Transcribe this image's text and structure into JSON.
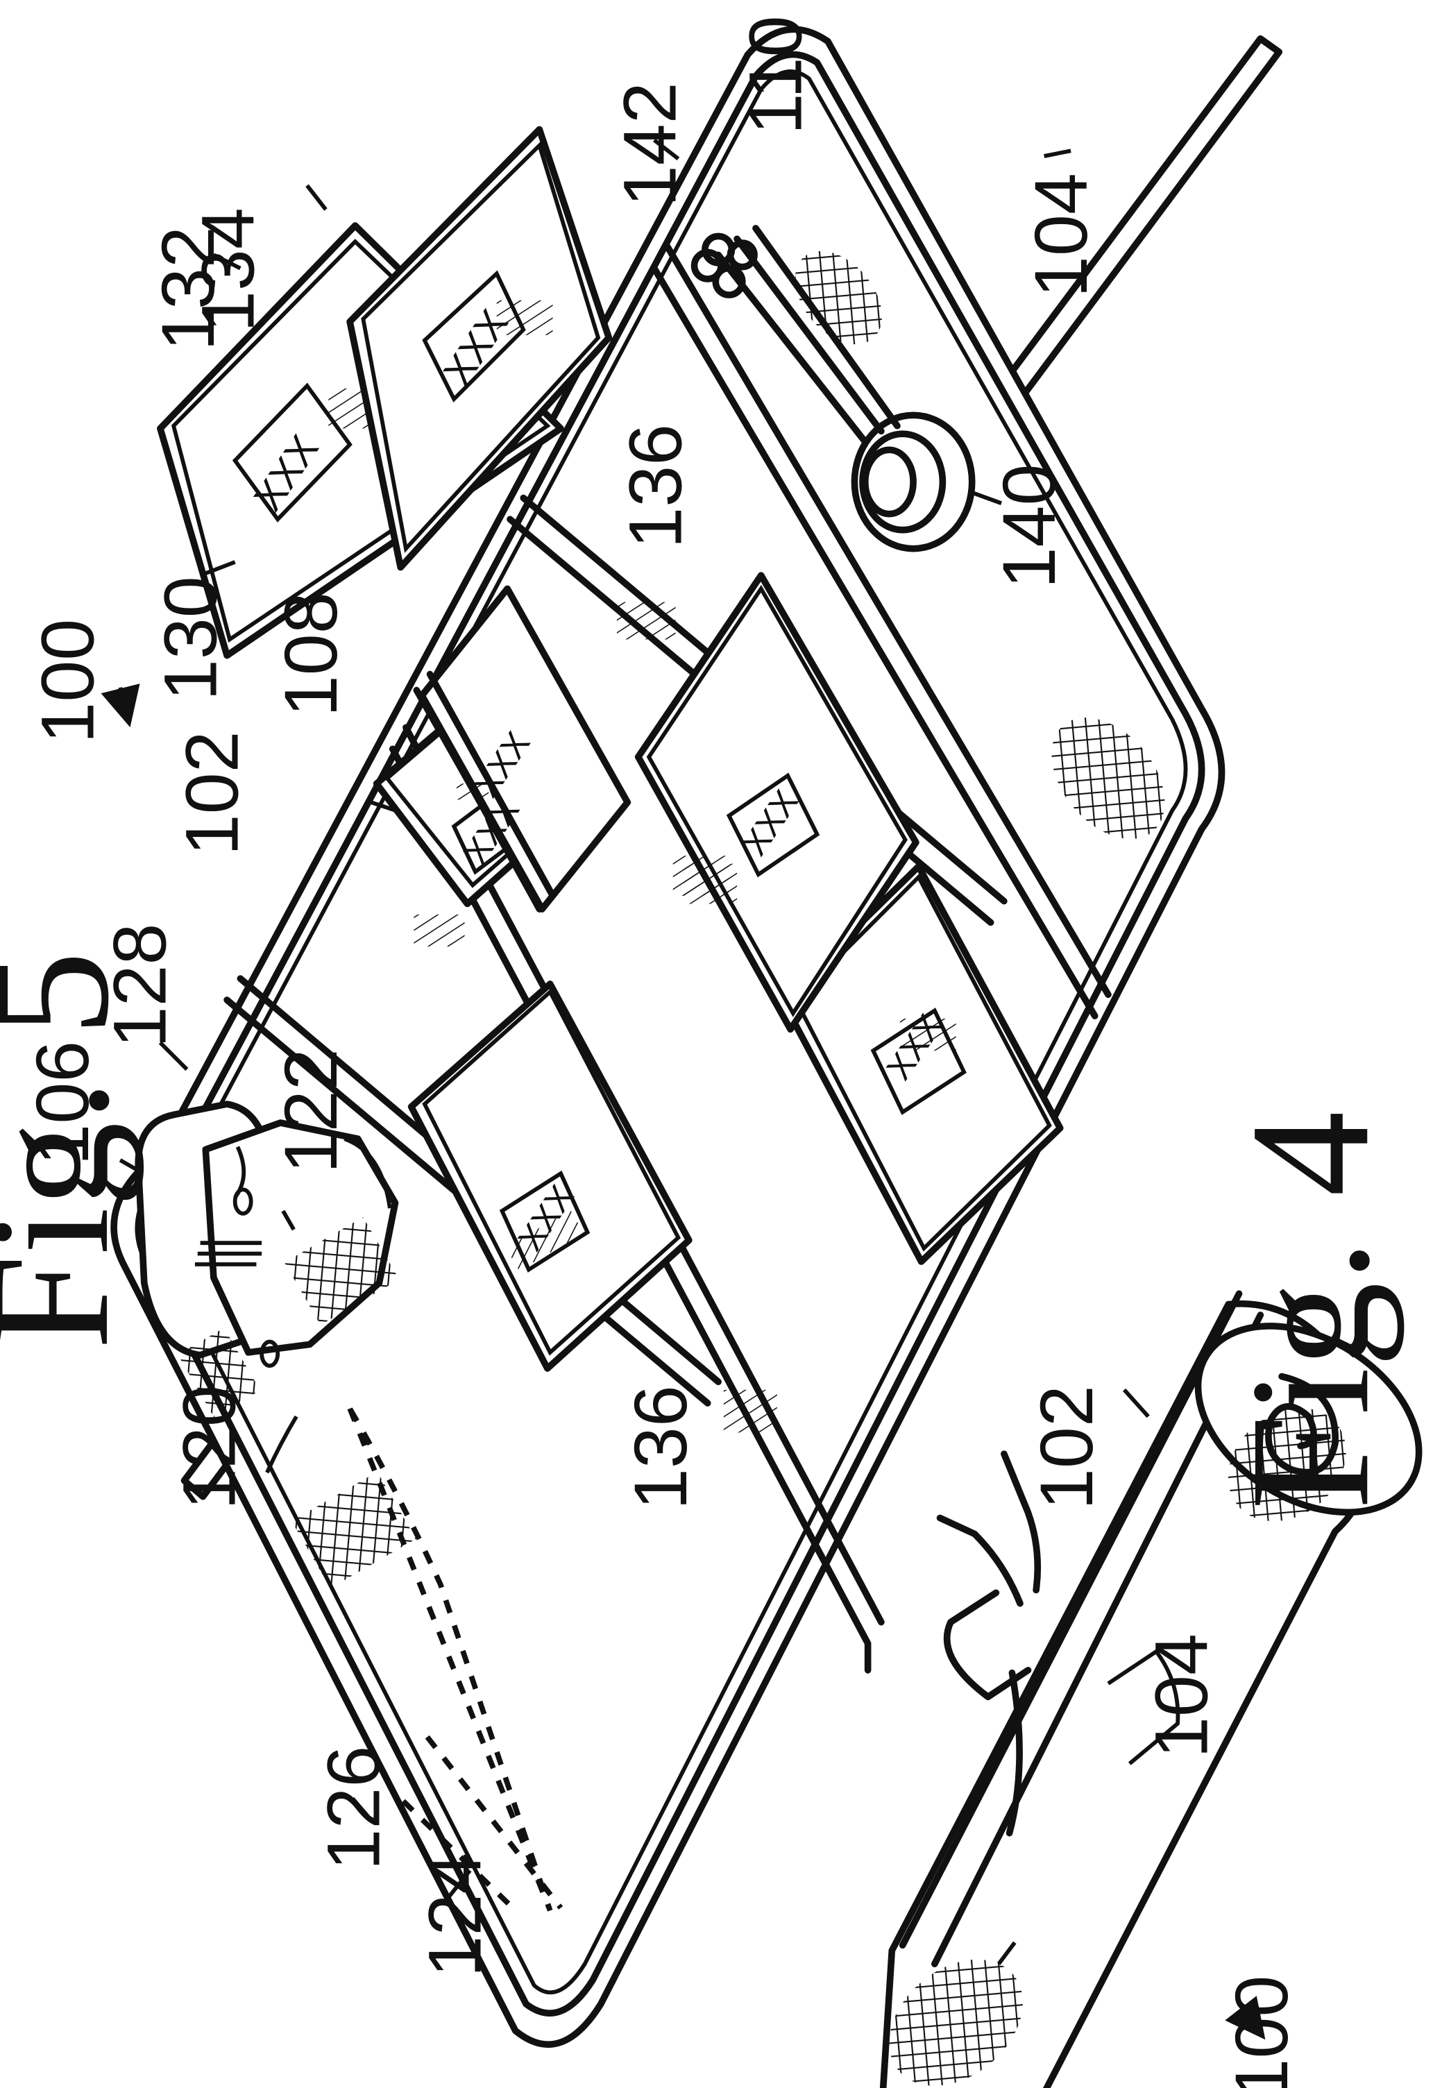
{
  "figures": {
    "fig4": "Fig. 4",
    "fig5": "Fig. 5"
  },
  "labels": {
    "l100_top": "100",
    "l100_bottom": "100",
    "l102_top": "102",
    "l102_roll": "102",
    "l104_right": "104",
    "l104_roll": "104",
    "l106": "106",
    "l108": "108",
    "l110": "110",
    "l120": "120",
    "l122": "122",
    "l124": "124",
    "l126": "126",
    "l128": "128",
    "l130": "130",
    "l132": "132",
    "l134": "134",
    "l136_left": "136",
    "l136_right": "136",
    "l140": "140",
    "l142": "142"
  },
  "card_marks": {
    "m1": "XXX",
    "m2": "XXX",
    "m3": "XXX",
    "m4": "XXX",
    "m5": "XXX",
    "m6": "XXX",
    "m7": "XXX"
  }
}
